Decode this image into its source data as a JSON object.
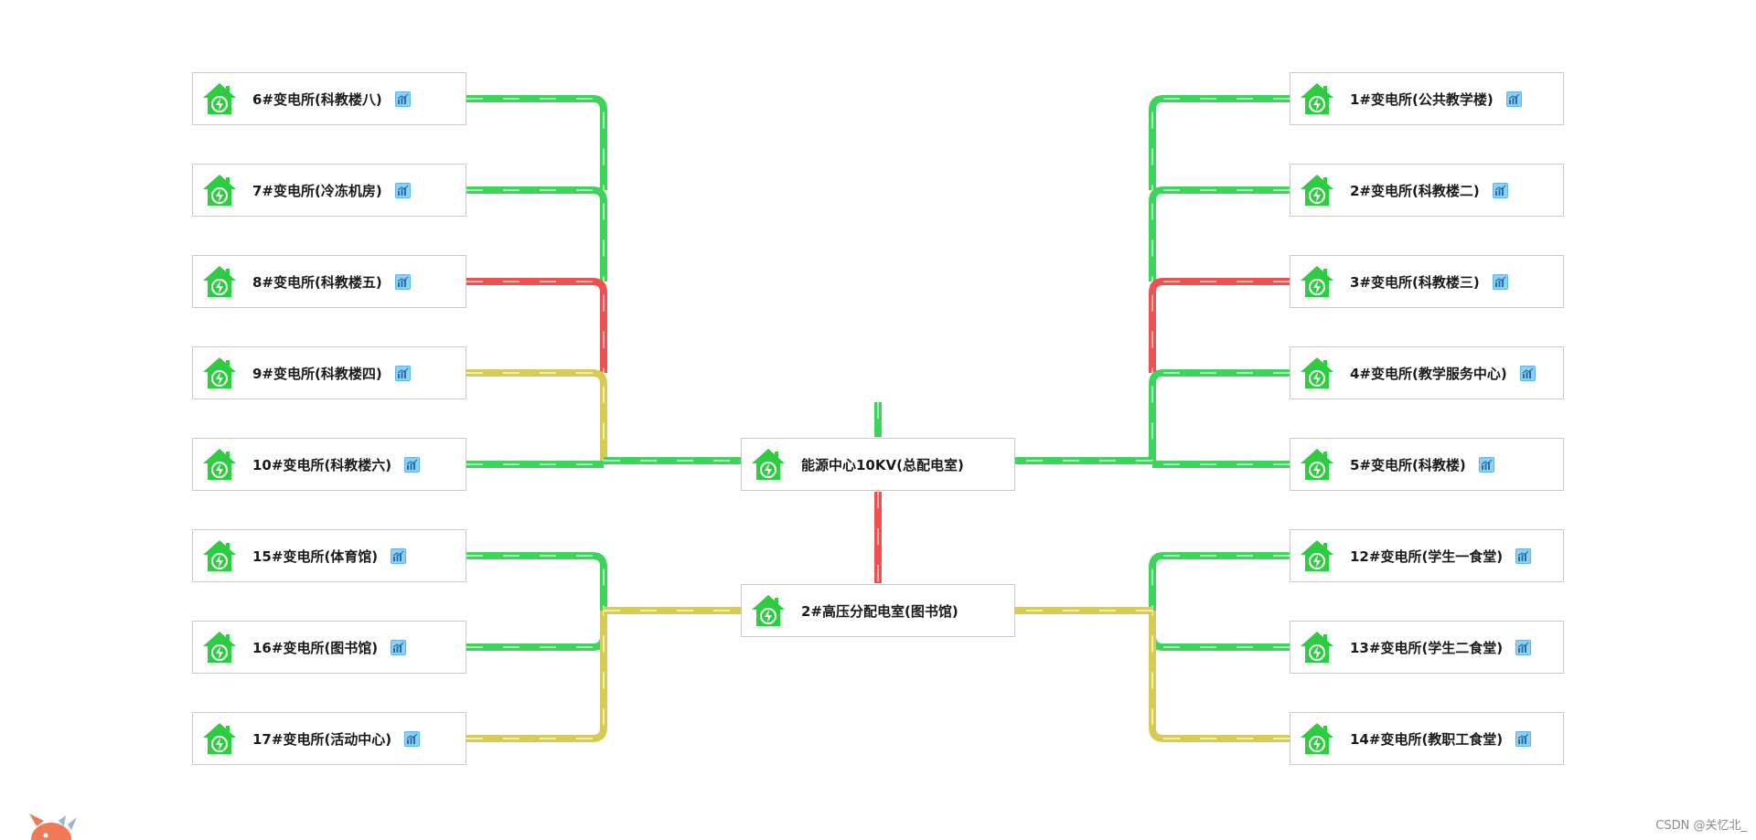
{
  "colors": {
    "normal": "#3dd45c",
    "alarm": "#ef5050",
    "warning": "#d6cc55",
    "icon": "#2ecc40"
  },
  "center": {
    "label": "能源中心10KV(总配电室)",
    "feed_status": "normal",
    "link_status": "alarm"
  },
  "hv_room": {
    "label": "2#高压分配电室(图书馆)"
  },
  "left_top": [
    {
      "label": "6#变电所(科教楼八)",
      "status": "normal"
    },
    {
      "label": "7#变电所(冷冻机房)",
      "status": "normal"
    },
    {
      "label": "8#变电所(科教楼五)",
      "status": "alarm"
    },
    {
      "label": "9#变电所(科教楼四)",
      "status": "warning"
    },
    {
      "label": "10#变电所(科教楼六)",
      "status": "normal"
    }
  ],
  "right_top": [
    {
      "label": "1#变电所(公共教学楼)",
      "status": "normal"
    },
    {
      "label": "2#变电所(科教楼二)",
      "status": "normal"
    },
    {
      "label": "3#变电所(科教楼三)",
      "status": "alarm"
    },
    {
      "label": "4#变电所(教学服务中心)",
      "status": "normal"
    },
    {
      "label": "5#变电所(科教楼)",
      "status": "normal"
    }
  ],
  "left_bottom": [
    {
      "label": "15#变电所(体育馆)",
      "status": "normal"
    },
    {
      "label": "16#变电所(图书馆)",
      "status": "normal"
    },
    {
      "label": "17#变电所(活动中心)",
      "status": "warning"
    }
  ],
  "right_bottom": [
    {
      "label": "12#变电所(学生一食堂)",
      "status": "normal"
    },
    {
      "label": "13#变电所(学生二食堂)",
      "status": "normal"
    },
    {
      "label": "14#变电所(教职工食堂)",
      "status": "warning"
    }
  ],
  "trunks": {
    "left_top": "normal",
    "right_top": "normal",
    "left_bottom": "warning",
    "right_bottom": "warning"
  },
  "watermark": "CSDN @关忆北_"
}
